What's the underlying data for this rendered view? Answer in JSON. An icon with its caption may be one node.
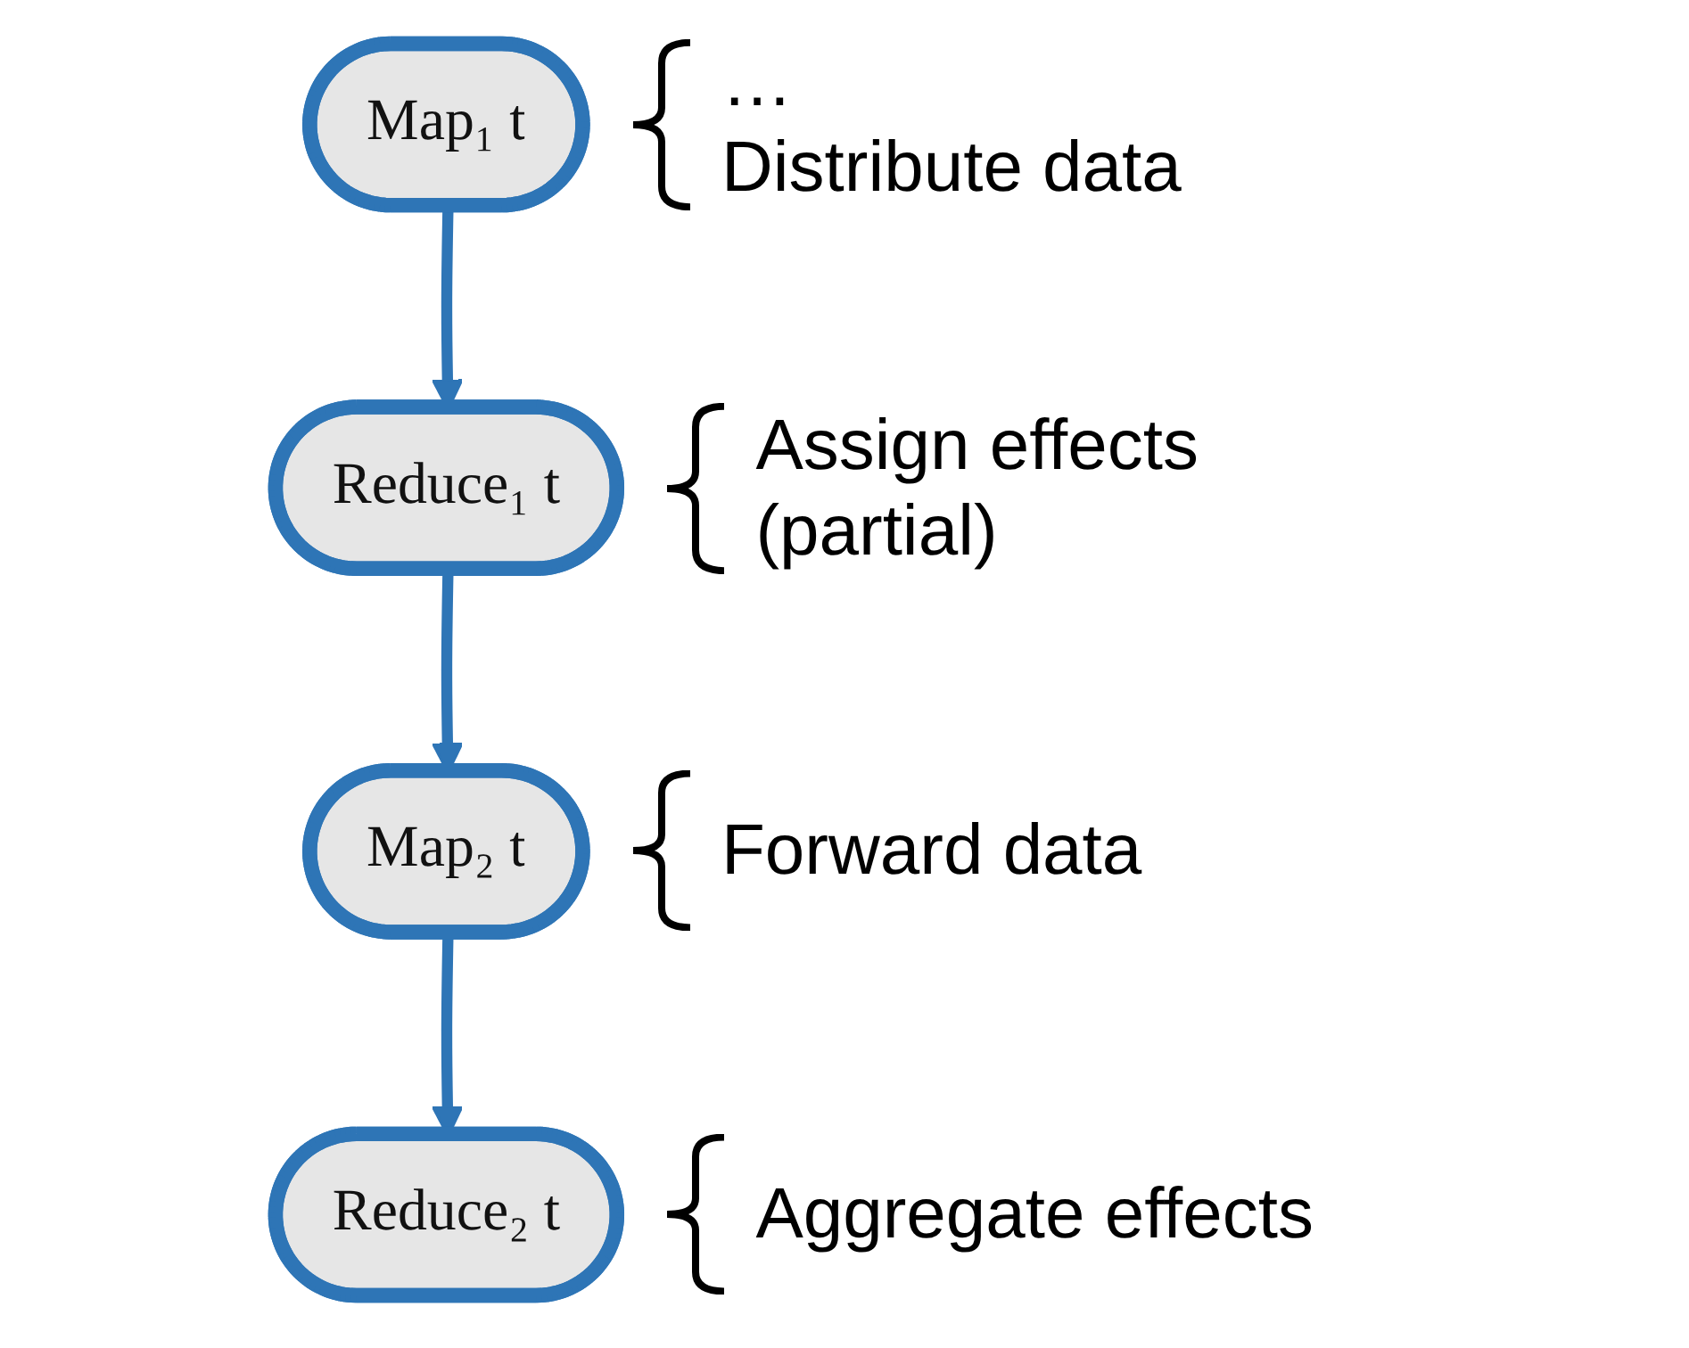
{
  "diagram": {
    "nodes": [
      {
        "text": [
          "Map₁ t"
        ],
        "beside": [
          "…",
          "Distribute data"
        ]
      },
      {
        "text": [
          "Reduce₁ t"
        ],
        "beside": [
          "Assign effects (partial)"
        ]
      },
      {
        "text": [
          "Map₂ t"
        ],
        "beside": [
          "Forward data"
        ]
      },
      {
        "text": [
          "Reduce₂ t"
        ],
        "beside": [
          "Aggregate effects"
        ]
      }
    ],
    "edges": [
      {
        "from": 0,
        "to": 1,
        "arrow": "to"
      },
      {
        "from": 1,
        "to": 2,
        "arrow": "to"
      },
      {
        "from": 2,
        "to": 3,
        "arrow": "to"
      }
    ]
  }
}
